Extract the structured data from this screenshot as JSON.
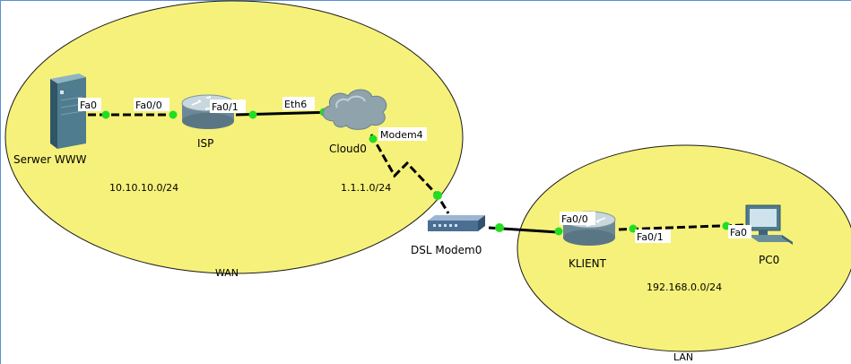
{
  "colors": {
    "zone_fill": "#f6f17a",
    "zone_stroke": "#1a1a1a",
    "link": "#000000",
    "port_dot": "#22dd22",
    "frame": "#5b8fd6"
  },
  "zones": {
    "wan": {
      "label": "WAN"
    },
    "lan": {
      "label": "LAN"
    }
  },
  "subnets": {
    "wan_net": "10.10.10.0/24",
    "dsl_net": "1.1.1.0/24",
    "lan_net": "192.168.0.0/24"
  },
  "devices": {
    "server": {
      "label": "Serwer WWW",
      "icon": "server-icon"
    },
    "isp": {
      "label": "ISP",
      "icon": "router-icon"
    },
    "cloud": {
      "label": "Cloud0",
      "icon": "cloud-icon"
    },
    "modem": {
      "label": "DSL Modem0",
      "icon": "modem-icon"
    },
    "klient": {
      "label": "KLIENT",
      "icon": "router-icon"
    },
    "pc": {
      "label": "PC0",
      "icon": "pc-icon"
    }
  },
  "ports": {
    "server_fa0": "Fa0",
    "isp_fa00": "Fa0/0",
    "isp_fa01": "Fa0/1",
    "cloud_eth6": "Eth6",
    "cloud_modem4": "Modem4",
    "klient_fa00": "Fa0/0",
    "klient_fa01": "Fa0/1",
    "pc_fa0": "Fa0"
  }
}
